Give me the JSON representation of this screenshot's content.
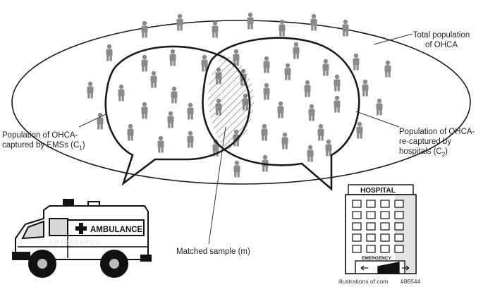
{
  "labels": {
    "total_line1": "Total population",
    "total_line2": "of OHCA",
    "ems_line1": "Population of OHCA-",
    "ems_line2": "captured by EMSs (C",
    "ems_sub": "1",
    "ems_tail": ")",
    "hosp_line1": "Population of OHCA-",
    "hosp_line2": "re-captured by",
    "hosp_line3": "hospitals (C",
    "hosp_sub": "2",
    "hosp_tail": ")",
    "matched": "Matched sample (m)"
  },
  "ambulance": {
    "text": "AMBULANCE",
    "watermark": "FOTOSEARCH"
  },
  "hospital": {
    "sign": "HOSPITAL",
    "emergency": "EMERGENCY",
    "credit": "illustrations of.com",
    "id": "#86544"
  },
  "colors": {
    "person": "#8a8a8a",
    "outline": "#1a1a1a",
    "hatch": "#555555"
  }
}
